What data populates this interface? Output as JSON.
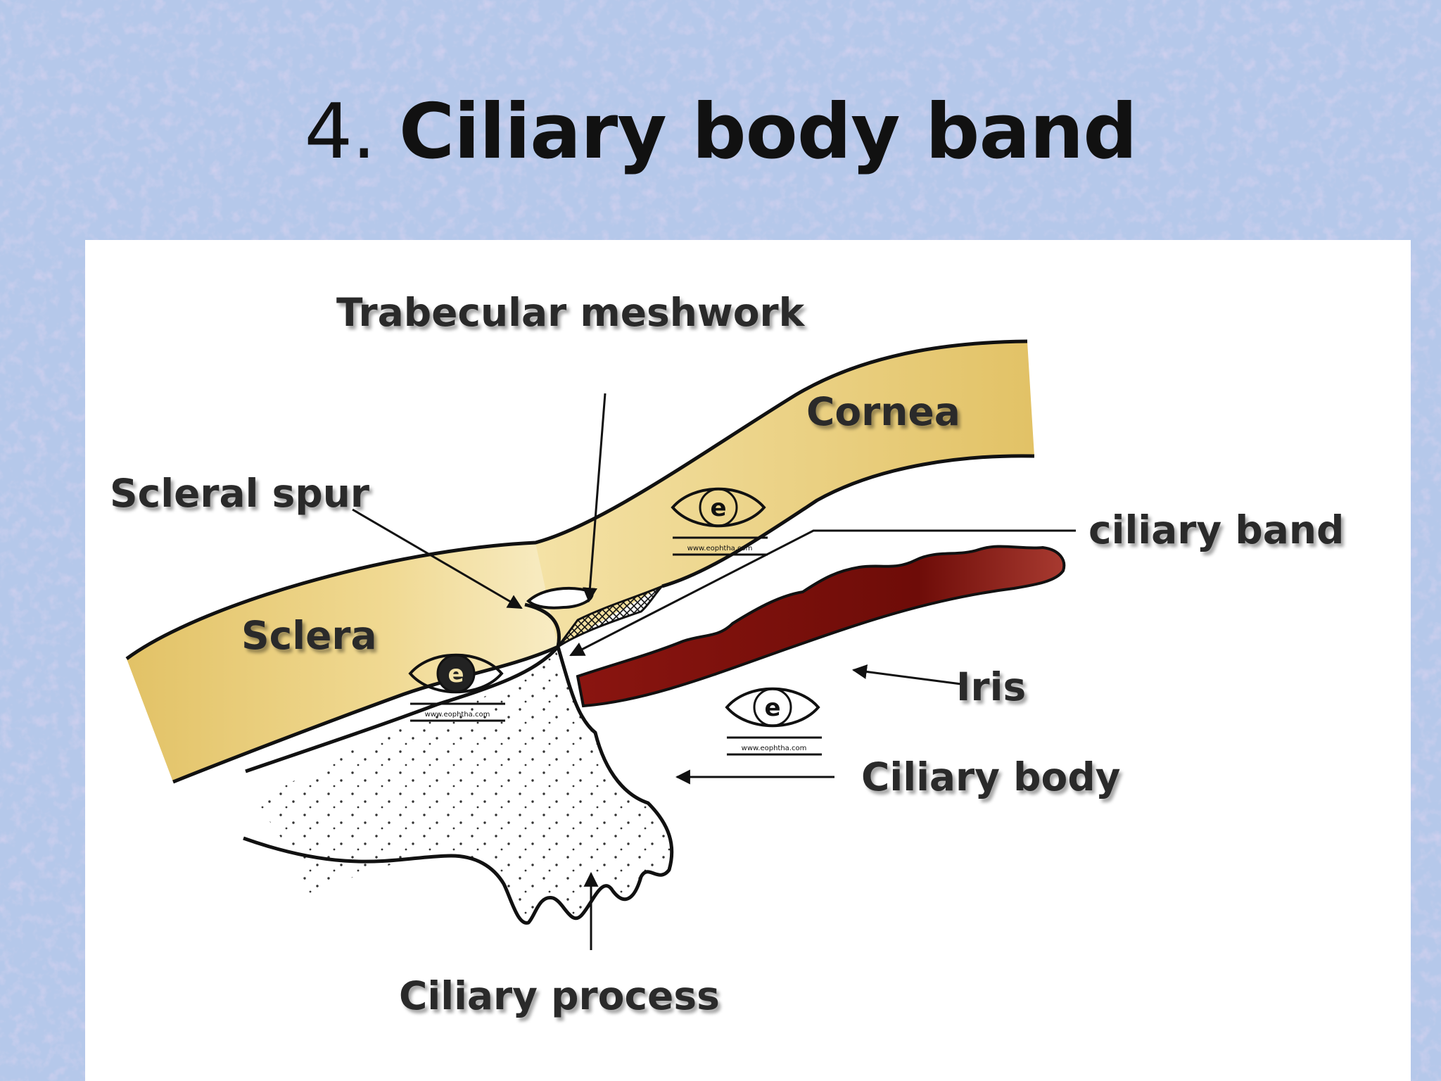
{
  "slide": {
    "title_number": "4.",
    "title_text": "Ciliary body band",
    "colors": {
      "background": "#b7c9ea",
      "panel": "#ffffff",
      "cornea_sclera": "#e2c266",
      "cornea_light": "#f8ecc4",
      "iris": "#7a0f0a",
      "line": "#111111"
    }
  },
  "diagram": {
    "labels": {
      "trabecular_meshwork": "Trabecular meshwork",
      "cornea": "Cornea",
      "scleral_spur": "Scleral spur",
      "ciliary_band": "ciliary band",
      "sclera": "Sclera",
      "iris": "Iris",
      "ciliary_body": "Ciliary body",
      "ciliary_process": "Ciliary process"
    },
    "watermark": {
      "letter": "e",
      "url": "www.eophtha.com"
    }
  }
}
